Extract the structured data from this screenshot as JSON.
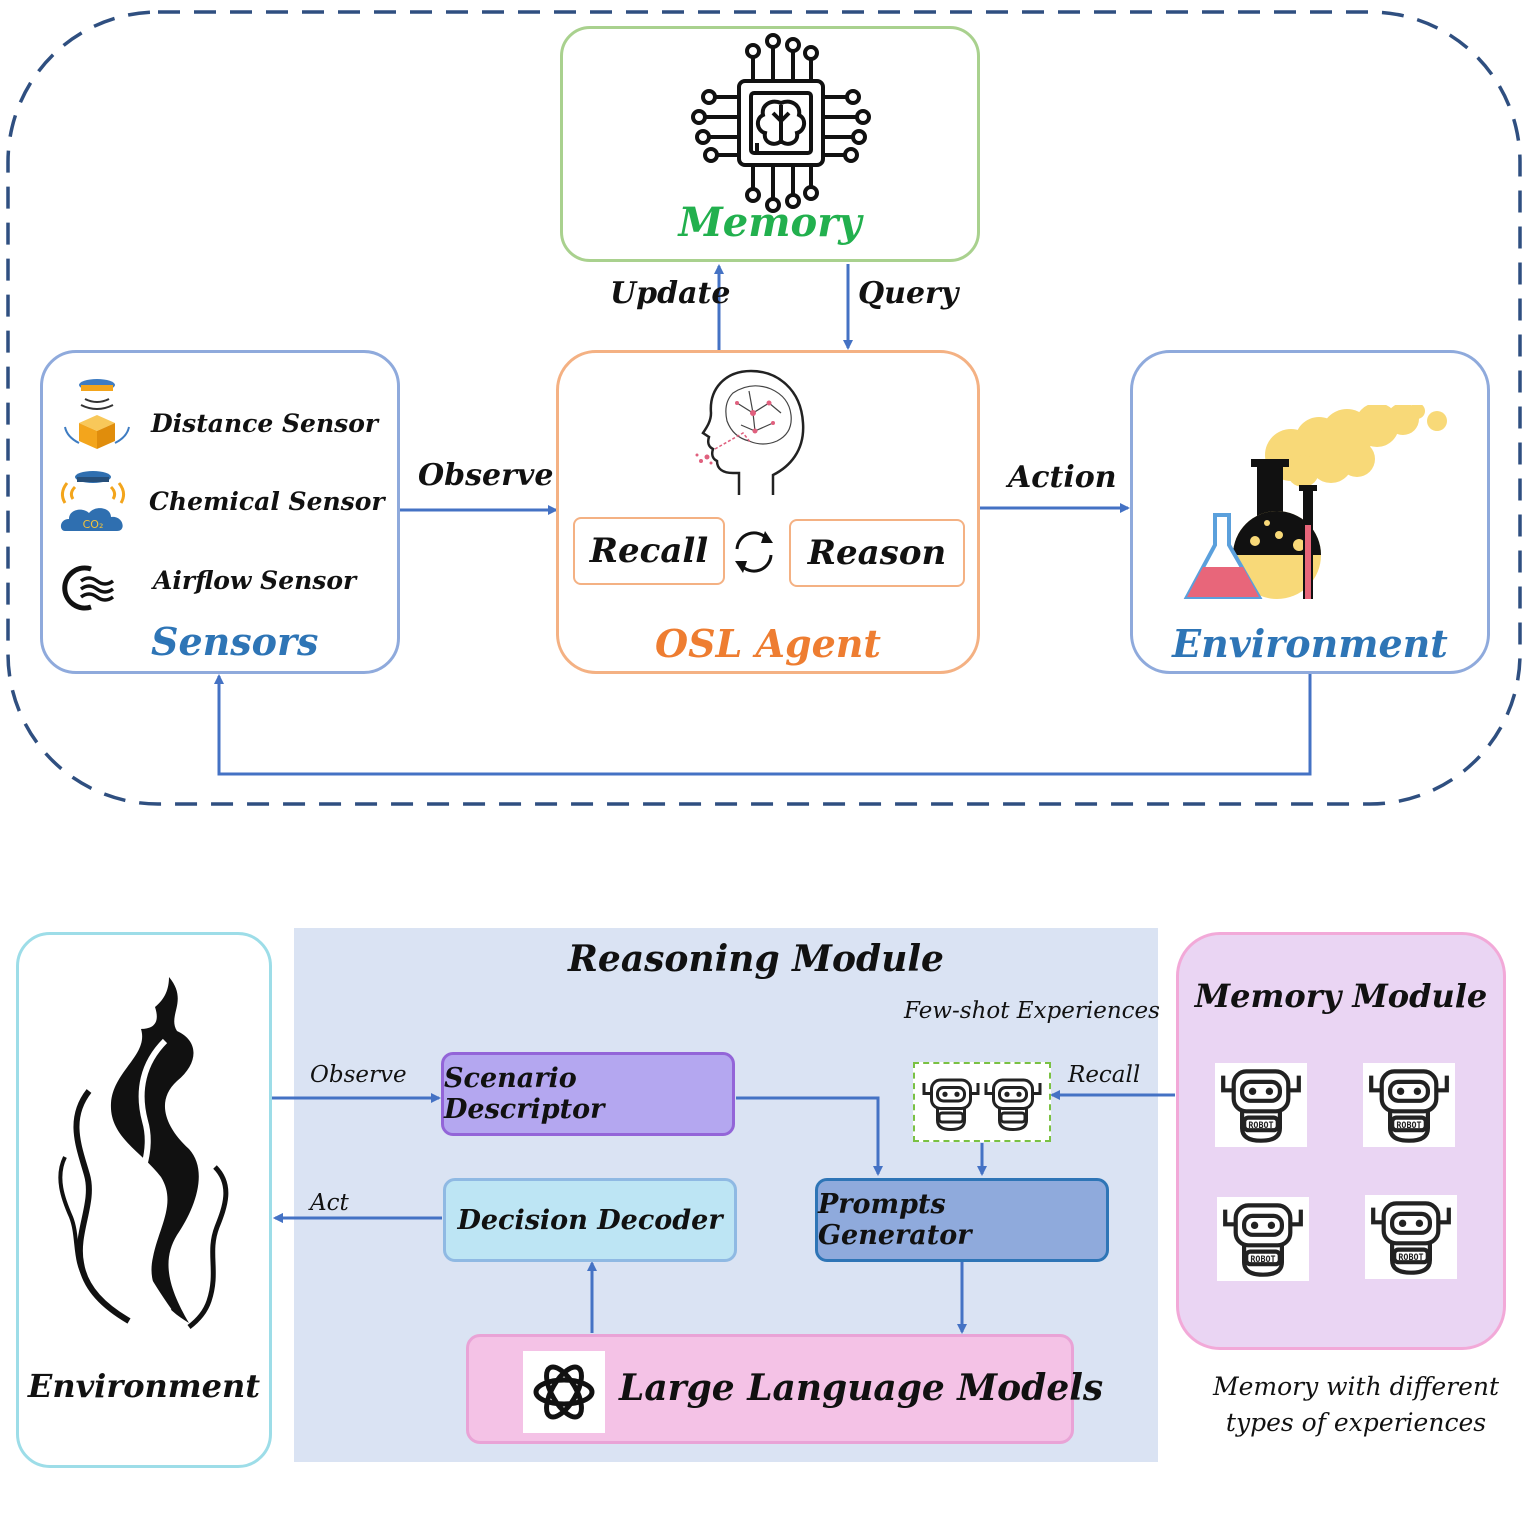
{
  "top": {
    "memory": {
      "title": "Memory",
      "color": "#22b04e",
      "border": "#a9d18e"
    },
    "agent": {
      "title": "OSL Agent",
      "recall": "Recall",
      "reason": "Reason",
      "color": "#ee7d31",
      "border": "#f4b183"
    },
    "sensors": {
      "title": "Sensors",
      "items": [
        "Distance Sensor",
        "Chemical Sensor",
        "Airflow Sensor"
      ],
      "color": "#2e75b6",
      "border": "#8faadc"
    },
    "environment": {
      "title": "Environment",
      "color": "#2e75b6"
    },
    "edges": {
      "update": "Update",
      "query": "Query",
      "observe": "Observe",
      "action": "Action"
    },
    "icons": {
      "memory": "chip-brain-icon",
      "agent": "head-brain-icon",
      "cycle": "cycle-icon",
      "environment": "lab-flask-icon"
    }
  },
  "bottom": {
    "environment": {
      "title": "Environment",
      "icon": "smoke-icon"
    },
    "reasoning": {
      "title": "Reasoning Module",
      "scenario": "Scenario Descriptor",
      "decision": "Decision Decoder",
      "prompts": "Prompts Generator",
      "llm": "Large Language Models",
      "few_shot": "Few-shot Experiences"
    },
    "memory": {
      "title": "Memory Module",
      "caption_line1": "Memory with different",
      "caption_line2": "types of experiences",
      "robot_label": "ROBOT"
    },
    "edges": {
      "observe": "Observe",
      "act": "Act",
      "recall": "Recall"
    }
  },
  "colors": {
    "arrow": "#4472c4",
    "dash": "#2f4f80"
  }
}
